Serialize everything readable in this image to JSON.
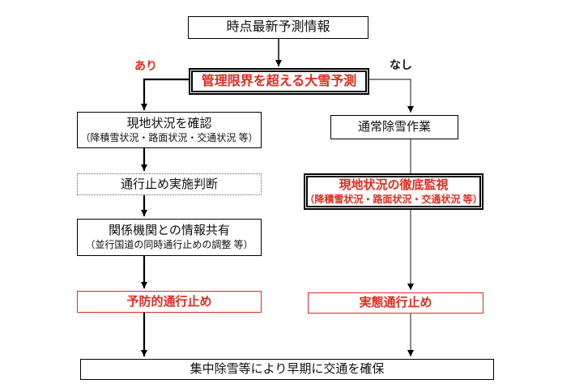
{
  "flowchart": {
    "colors": {
      "emphasis_red": "#e02b20",
      "line_black": "#000000",
      "line_thin_gray": "#3c3c3c"
    },
    "branches": {
      "yes": "あり",
      "no": "なし"
    },
    "nodes": {
      "forecast_info": {
        "label": "時点最新予測情報"
      },
      "heavy_snow_forecast": {
        "label": "管理限界を超える大雪予測"
      },
      "check_local_conditions": {
        "label": "現地状況を確認",
        "sublabel": "（降積雪状況・路面状況・交通状況 等）"
      },
      "closure_decision": {
        "label": "通行止め実施判断"
      },
      "info_sharing": {
        "label": "関係機関との情報共有",
        "sublabel": "（並行国道の同時通行止めの調整 等）"
      },
      "preventive_closure": {
        "label": "予防的通行止め"
      },
      "normal_snow_removal": {
        "label": "通常除雪作業"
      },
      "thorough_monitoring": {
        "label": "現地状況の徹底監視",
        "sublabel": "（降積雪状況・路面状況・交通状況 等）"
      },
      "actual_closure": {
        "label": "実態通行止め"
      },
      "secure_traffic": {
        "label": "集中除雪等により早期に交通を確保"
      }
    }
  }
}
